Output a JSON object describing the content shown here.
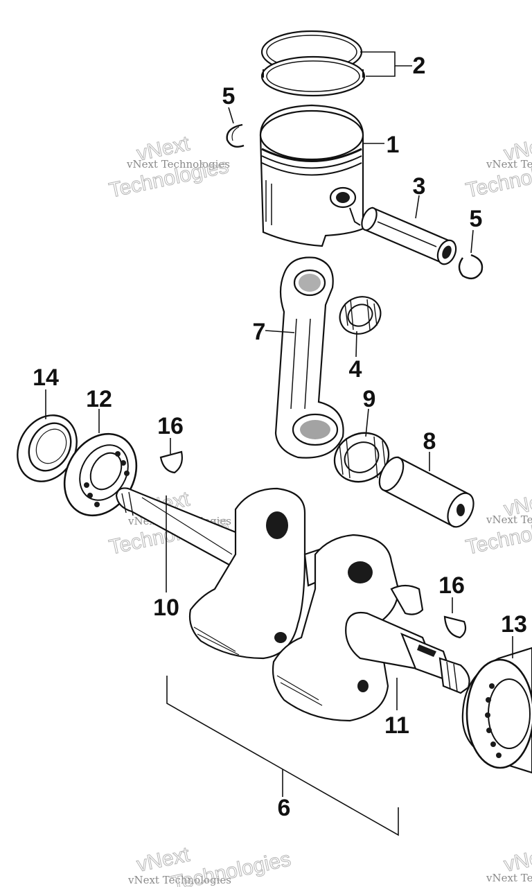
{
  "callouts": [
    "1",
    "2",
    "3",
    "4",
    "5",
    "5",
    "6",
    "7",
    "8",
    "9",
    "10",
    "11",
    "12",
    "13",
    "14",
    "16",
    "16"
  ],
  "watermark": {
    "small": "vNext Technologies",
    "large_word1": "vNext",
    "large_word2": "Technologies"
  }
}
